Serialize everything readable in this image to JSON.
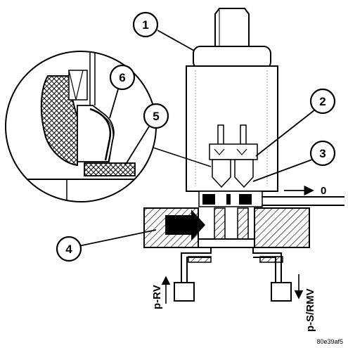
{
  "callouts": [
    {
      "id": "1",
      "text": "1"
    },
    {
      "id": "2",
      "text": "2"
    },
    {
      "id": "3",
      "text": "3"
    },
    {
      "id": "4",
      "text": "4"
    },
    {
      "id": "5",
      "text": "5"
    },
    {
      "id": "6",
      "text": "6"
    }
  ],
  "port_labels": {
    "outlet": "0",
    "inlet": "p-RV",
    "supply": "p-S/RMV"
  },
  "figure_code": "80e39af5"
}
